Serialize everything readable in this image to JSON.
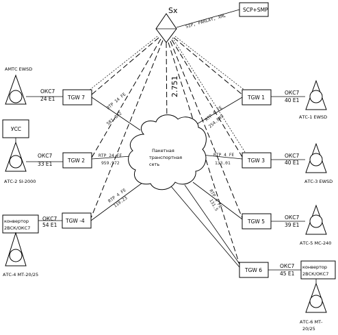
{
  "switch": {
    "label": "Sx"
  },
  "scp": {
    "label": "SCP+SMP",
    "link_label": "SIP, PARLAY, XML"
  },
  "center_value": "2.751",
  "cloud": {
    "line1": "Пакетная",
    "line2": "транспортная",
    "line3": "сеть"
  },
  "tgws": {
    "tgw7": {
      "label": "TGW 7",
      "rtp": "RTP 14 FE",
      "value": "581.842",
      "oks": "ОКС7",
      "e1": "24 E1"
    },
    "tgw2": {
      "label": "TGW 2",
      "rtp": "RTP 24 FE",
      "value": "959.972",
      "oks": "ОКС7",
      "e1": "33 E1"
    },
    "tgw4": {
      "label": "TGW -4",
      "rtp": "RTP 4 FE",
      "value": "119.23",
      "oks": "ОКС7",
      "e1": "54 E1"
    },
    "tgw1": {
      "label": "TGW 1",
      "rtp": "RTP 6 FE",
      "value": "254.849",
      "oks": "ОКС7",
      "e1": "40 E1"
    },
    "tgw3": {
      "label": "TGW 3",
      "rtp": "RTP 4 FE",
      "value": "133.01",
      "oks": "ОКС7",
      "e1": "40 E1"
    },
    "tgw5": {
      "label": "TGW 5",
      "rtp": "RTP 4 FE",
      "value": "131.5",
      "oks": "ОКС7",
      "e1": "39 E1"
    },
    "tgw6": {
      "label": "TGW 6",
      "oks": "ОКС7",
      "e1": "45 E1"
    }
  },
  "exchanges": {
    "amts": "АМТС EWSD",
    "usc": "УСС",
    "ats2": "АТС-2 SI-2000",
    "conv4_line1": "конвертор",
    "conv4_line2": "2ВСК/ОКС7",
    "ats4": "АТС-4 МТ-20/25",
    "ats1": "АТС-1 EWSD",
    "ats3": "АТС-3   EWSD",
    "ats5": "АТС-5 МС-240",
    "conv6_line1": "конвертор",
    "conv6_line2": "2ВСК/ОКС7",
    "ats6_line1": "АТС-6 МТ-",
    "ats6_line2": "20/25"
  }
}
